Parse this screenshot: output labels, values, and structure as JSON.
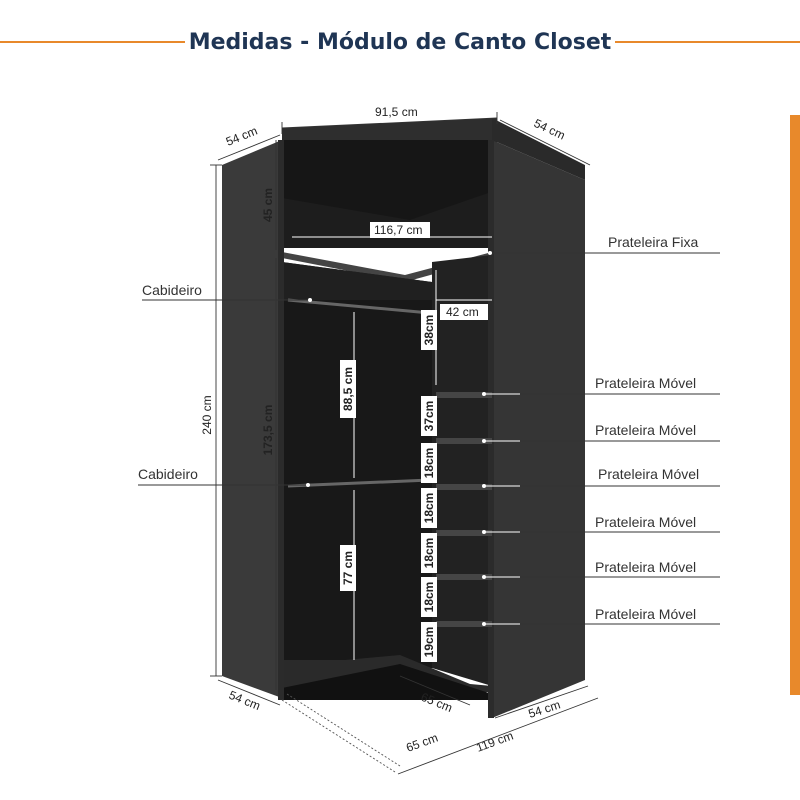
{
  "title": "Medidas - Módulo de Canto Closet",
  "colors": {
    "accent_orange": "#e8892b",
    "title_navy": "#1f3554",
    "cabinet_dark": "#2b2b2b",
    "cabinet_side": "#3a3a3a",
    "interior": "#1a1a1a"
  },
  "labels": {
    "prateleira_fixa": "Prateleira Fixa",
    "cabideiro_top": "Cabideiro",
    "cabideiro_bottom": "Cabideiro",
    "prateleira_movel_1": "Prateleira Móvel",
    "prateleira_movel_2": "Prateleira Móvel",
    "prateleira_movel_3": "Prateleira Móvel",
    "prateleira_movel_4": "Prateleira Móvel",
    "prateleira_movel_5": "Prateleira Móvel",
    "prateleira_movel_6": "Prateleira Móvel"
  },
  "dimensions": {
    "top_width": "91,5",
    "top_left_depth": "54",
    "top_right_depth": "54",
    "height_total": "240",
    "height_top_compartment": "45",
    "inner_width": "116,7",
    "shelf_depth": "42",
    "height_hanging": "173,5",
    "height_upper_hang": "88,5",
    "height_lower_hang": "77",
    "shelf_gap_1": "38",
    "shelf_gap_2": "37",
    "shelf_gap_3": "18",
    "shelf_gap_4": "18",
    "shelf_gap_5": "18",
    "shelf_gap_6": "18",
    "shelf_gap_7": "19",
    "bottom_left_depth": "54",
    "bottom_inner_65": "65",
    "bottom_right_depth": "54",
    "bottom_outer_65": "65",
    "bottom_total": "119",
    "unit": "cm"
  }
}
